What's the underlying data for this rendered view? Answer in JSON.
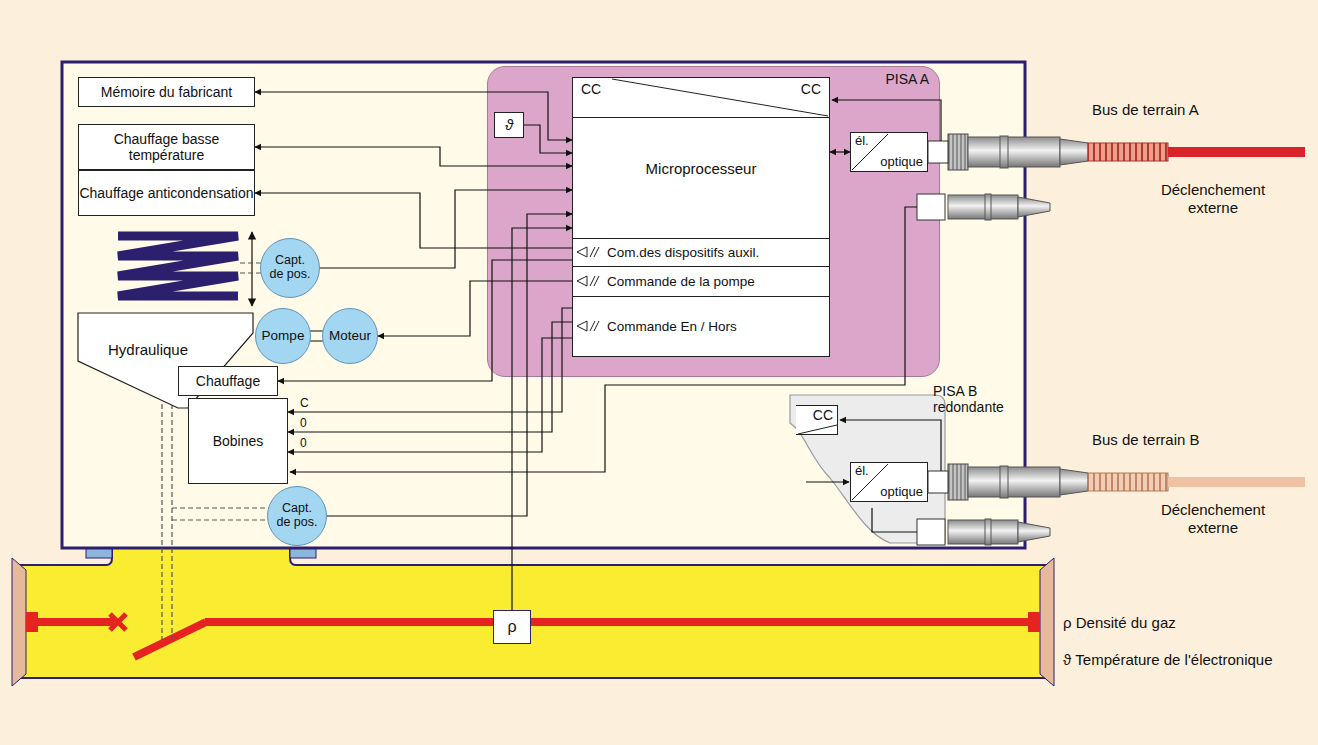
{
  "diagram": {
    "nodes": [
      {
        "text": [
          "Mémoire du fabricant"
        ]
      },
      {
        "text": [
          "Chauffage basse température"
        ]
      },
      {
        "text": [
          "Chauffage anticondensation"
        ]
      },
      {
        "text": [
          "PISA A"
        ]
      },
      {
        "text": [
          "ϑ"
        ],
        "in": 3
      },
      {
        "text": [
          "Microprocesseur"
        ],
        "in": 3
      },
      {
        "text": [
          "CC",
          "CC"
        ],
        "in": 5
      },
      {
        "text": [
          "Com.des dispositifs auxil."
        ],
        "in": 5
      },
      {
        "text": [
          "Commande de la pompe"
        ],
        "in": 5
      },
      {
        "text": [
          "Commande En / Hors"
        ],
        "in": 5
      },
      {
        "text": [
          "él.",
          "optique"
        ],
        "in": 3
      },
      {
        "text": [
          "Capt. de pos."
        ]
      },
      {
        "text": [
          "Pompe"
        ]
      },
      {
        "text": [
          "Moteur"
        ]
      },
      {
        "text": [
          "Hydraulique"
        ]
      },
      {
        "text": [
          "Chauffage"
        ]
      },
      {
        "text": [
          "Bobines"
        ]
      },
      {
        "text": [
          "Capt. de pos."
        ]
      },
      {
        "text": [
          "ρ"
        ]
      },
      {
        "text": [
          "PISA B redondante"
        ]
      },
      {
        "text": [
          "CC"
        ],
        "in": 19
      },
      {
        "text": [
          "él.",
          "optique"
        ],
        "in": 19
      }
    ],
    "edges": [
      {
        "from": 5,
        "to": 0,
        "arrow": "both"
      },
      {
        "from": 4,
        "to": 5,
        "arrow": "to"
      },
      {
        "from": 5,
        "to": 1,
        "arrow": "both"
      },
      {
        "from": 11,
        "to": 5,
        "arrow": "to"
      },
      {
        "from": 7,
        "to": 2,
        "arrow": "to"
      },
      {
        "from": 8,
        "to": 13,
        "arrow": "to"
      },
      {
        "from": 7,
        "to": 15,
        "arrow": "to"
      },
      {
        "from": 9,
        "to": 16,
        "label": "C",
        "arrow": "to"
      },
      {
        "from": 9,
        "to": 16,
        "label": "0",
        "arrow": "to"
      },
      {
        "from": 9,
        "to": 16,
        "label": "0",
        "arrow": "to"
      },
      {
        "from": 17,
        "to": 5,
        "arrow": "to"
      },
      {
        "from": 18,
        "to": 5,
        "arrow": "to"
      },
      {
        "from": 5,
        "to": 10,
        "arrow": "both"
      }
    ],
    "labels": [
      "Bus de terrain A",
      "Déclenchement externe",
      "Bus de terrain B",
      "Déclenchement externe"
    ],
    "legend": [
      {
        "text": "ρ Densité du gaz"
      },
      {
        "text": "ϑ Température de l'électronique"
      }
    ]
  }
}
